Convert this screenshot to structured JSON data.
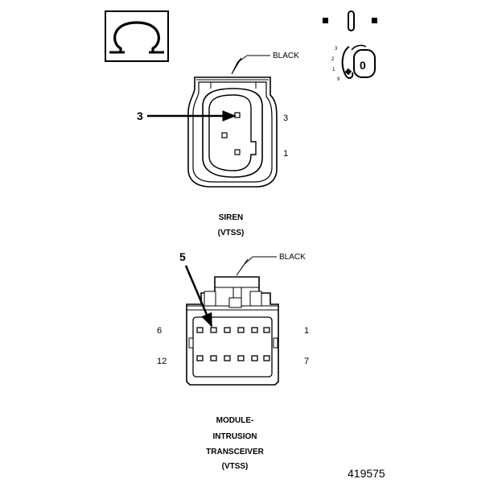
{
  "ohmmeter_icon": "omega-icon",
  "ignition_icon": "ignition-key-icon",
  "ignition": {
    "positions": [
      "3",
      "2",
      "1",
      "9"
    ],
    "key_label": "0"
  },
  "siren": {
    "color_label": "BLACK",
    "callout": "3",
    "pin_top": "3",
    "pin_bottom": "1",
    "name_line1": "SIREN",
    "name_line2": "(VTSS)"
  },
  "module": {
    "color_label": "BLACK",
    "callout": "5",
    "pin_top_left": "6",
    "pin_top_right": "1",
    "pin_bottom_left": "12",
    "pin_bottom_right": "7",
    "name_line1": "MODULE-",
    "name_line2": "INTRUSION",
    "name_line3": "TRANSCEIVER",
    "name_line4": "(VTSS)"
  },
  "figure_number": "419575"
}
